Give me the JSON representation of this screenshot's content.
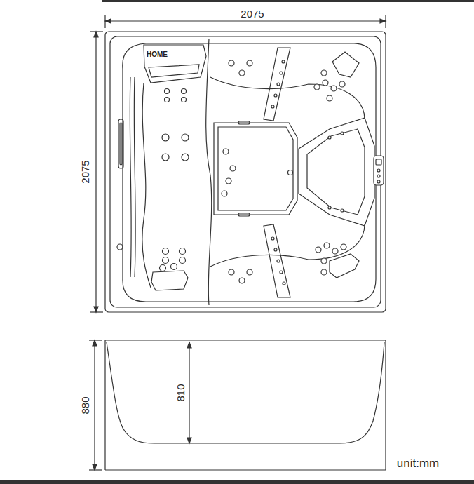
{
  "diagram": {
    "labels": [
      "2075",
      "2075",
      "880",
      "810",
      "unit:mm",
      "HOME"
    ]
  }
}
